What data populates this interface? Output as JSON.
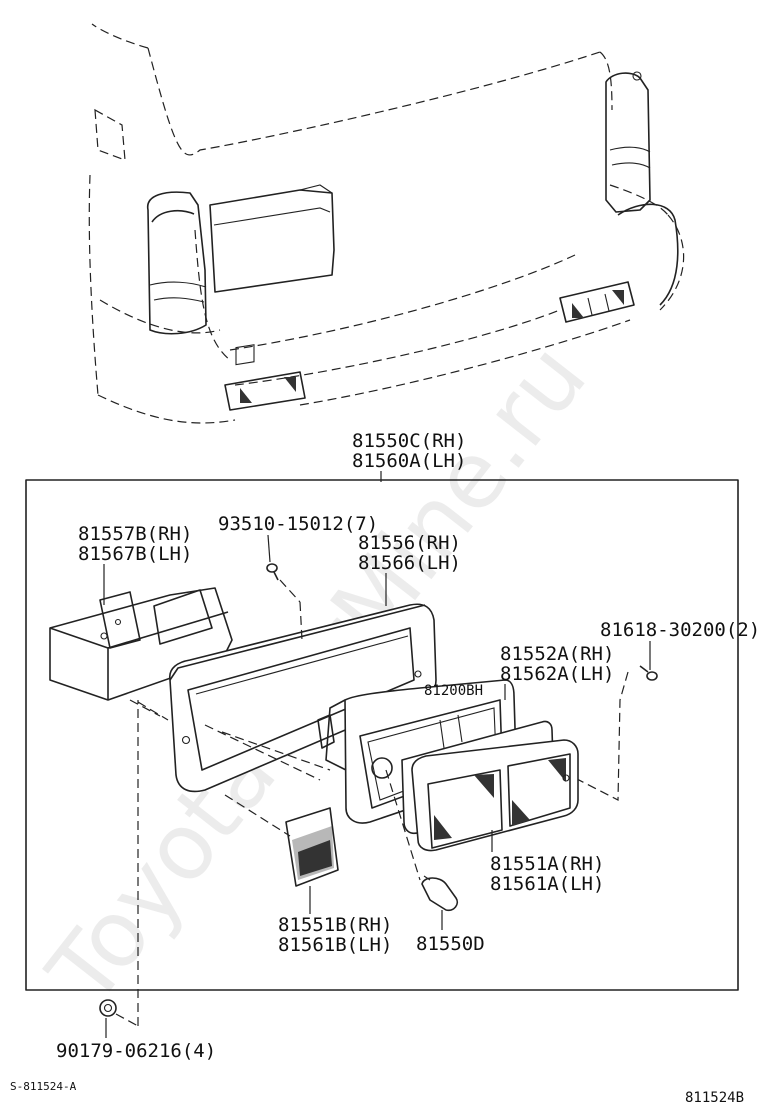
{
  "diagram": {
    "assembly_labels": [
      "81550C(RH)",
      "81560A(LH)"
    ],
    "parts": [
      {
        "id": "bracket",
        "labels": [
          "81557B(RH)",
          "81567B(LH)"
        ]
      },
      {
        "id": "screw-top",
        "labels": [
          "93510-15012(7)"
        ]
      },
      {
        "id": "gasket",
        "labels": [
          "81556(RH)",
          "81566(LH)"
        ]
      },
      {
        "id": "screw-right",
        "labels": [
          "81618-30200(2)"
        ]
      },
      {
        "id": "housing",
        "labels": [
          "81552A(RH)",
          "81562A(LH)"
        ]
      },
      {
        "id": "socket",
        "labels": [
          "81200BH"
        ]
      },
      {
        "id": "lens",
        "labels": [
          "81551A(RH)",
          "81561A(LH)"
        ]
      },
      {
        "id": "reflector",
        "labels": [
          "81551B(RH)",
          "81561B(LH)"
        ]
      },
      {
        "id": "bulb",
        "labels": [
          "81550D"
        ]
      },
      {
        "id": "nut",
        "labels": [
          "90179-06216(4)"
        ]
      }
    ],
    "footer_left": "S-811524-A",
    "footer_right": "811524B",
    "watermark": "ToyotaCarMine.ru"
  }
}
